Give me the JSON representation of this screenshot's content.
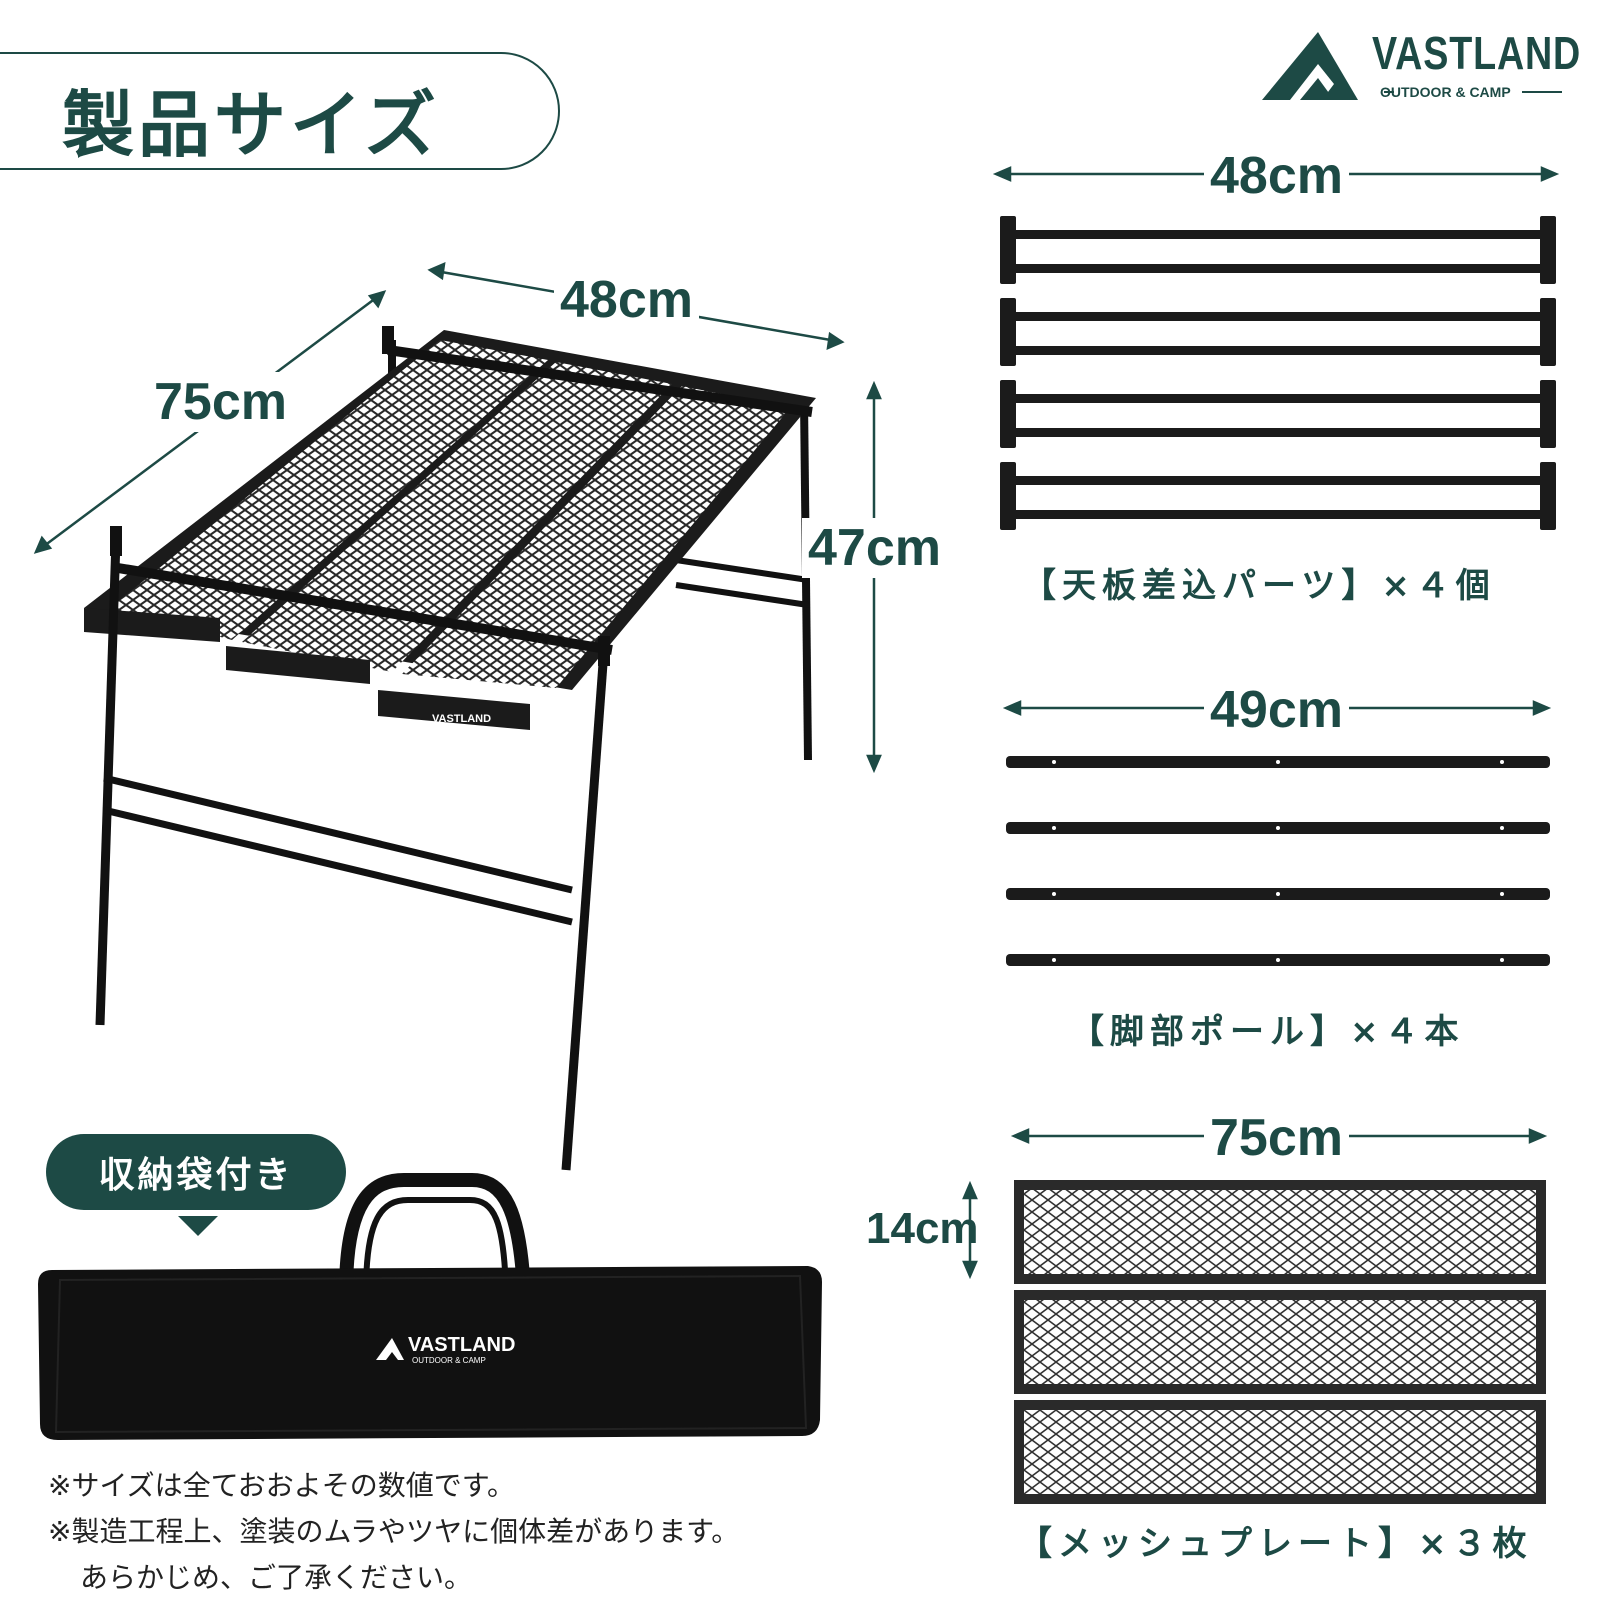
{
  "header": {
    "title": "製品サイズ"
  },
  "brand": {
    "name": "VASTLAND",
    "tagline": "OUTDOOR & CAMP",
    "color": "#1d4a45"
  },
  "table_dims": {
    "width": "48cm",
    "depth": "75cm",
    "height": "47cm"
  },
  "parts": [
    {
      "dimension": "48cm",
      "caption": "【天板差込パーツ】×４個"
    },
    {
      "dimension": "49cm",
      "caption": "【脚部ポール】×４本"
    },
    {
      "dimension": "75cm",
      "dimension_secondary": "14cm",
      "caption": "【メッシュプレート】×３枚"
    }
  ],
  "storage": {
    "badge": "収納袋付き",
    "bag_brand": "VASTLAND",
    "bag_tagline": "OUTDOOR & CAMP"
  },
  "notes": [
    "※サイズは全ておおよその数値です。",
    "※製造工程上、塗装のムラやツヤに個体差があります。",
    "あらかじめ、ご了承ください。"
  ]
}
